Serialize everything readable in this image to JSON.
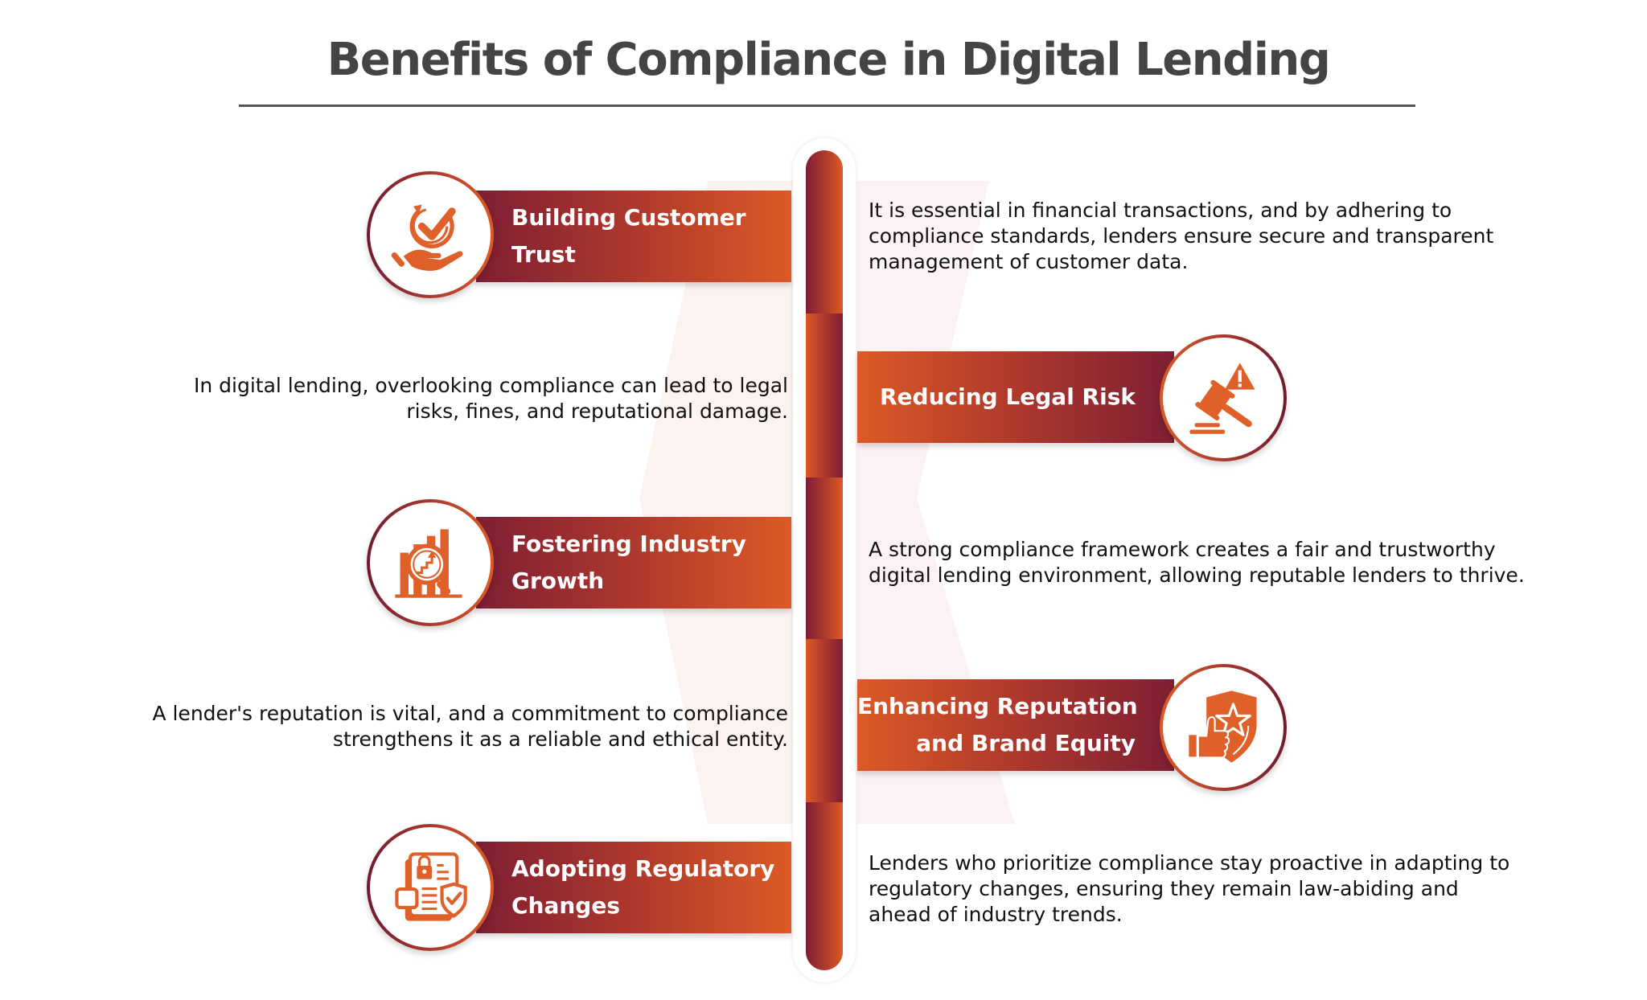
{
  "title": "Benefits of Compliance in Digital Lending",
  "colors": {
    "dark_maroon": "#7e1f33",
    "orange": "#dc5a25",
    "icon_orange": "#e0602a",
    "title_gray": "#444444",
    "text_black": "#111111",
    "watermark_pink": "#fcf2f1"
  },
  "benefits": [
    {
      "side": "left",
      "heading_lines": [
        "Building Customer",
        "Trust"
      ],
      "icon": "hand-checkmark-icon",
      "description_lines": [
        "It is essential in financial transactions, and by adhering to",
        "compliance standards, lenders ensure secure and transparent",
        "management of customer data."
      ]
    },
    {
      "side": "right",
      "heading_lines": [
        "Reducing Legal Risk"
      ],
      "icon": "gavel-warning-icon",
      "description_lines": [
        "In digital lending, overlooking compliance can lead to legal",
        "risks, fines, and reputational damage."
      ]
    },
    {
      "side": "left",
      "heading_lines": [
        "Fostering Industry",
        "Growth"
      ],
      "icon": "growth-chart-magnifier-icon",
      "description_lines": [
        "A strong compliance framework creates a fair and trustworthy",
        "digital lending environment, allowing reputable lenders to thrive."
      ]
    },
    {
      "side": "right",
      "heading_lines": [
        "Enhancing Reputation",
        "and Brand Equity"
      ],
      "icon": "shield-star-thumbs-up-icon",
      "description_lines": [
        "A lender's reputation is vital, and a commitment to compliance",
        "strengthens it as a reliable and ethical entity."
      ]
    },
    {
      "side": "left",
      "heading_lines": [
        "Adopting Regulatory",
        "Changes"
      ],
      "icon": "document-lock-shield-icon",
      "description_lines": [
        "Lenders who prioritize compliance stay proactive in adapting to",
        "regulatory changes, ensuring they remain law-abiding and",
        "ahead of industry trends."
      ]
    }
  ]
}
